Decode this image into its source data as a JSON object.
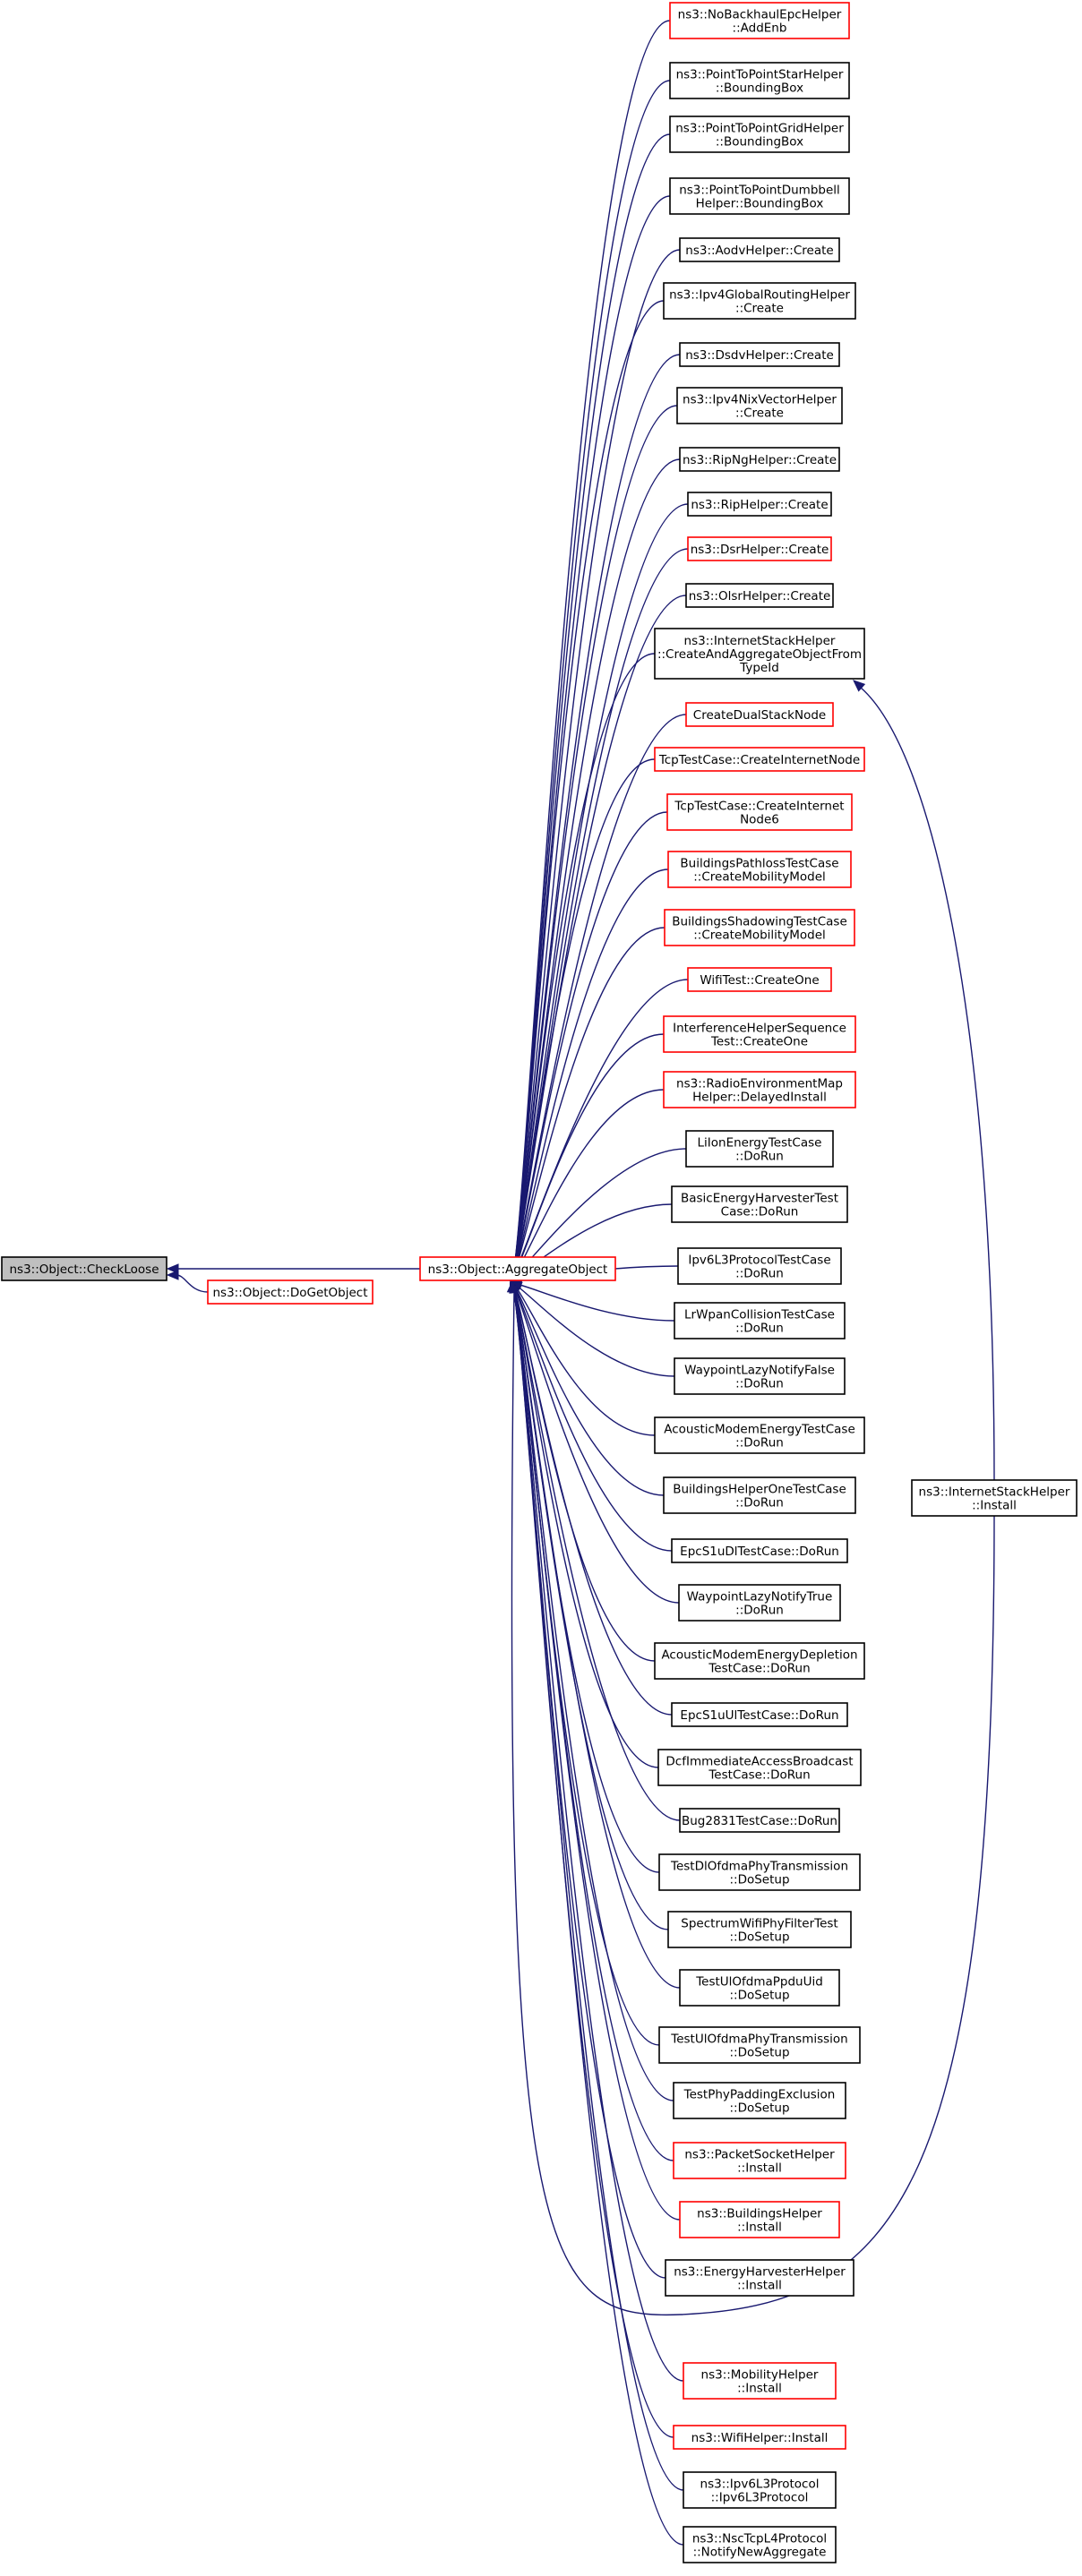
{
  "graph": {
    "colors": {
      "edge": "#191970",
      "border_default": "#000000",
      "border_truncated": "#ff0000",
      "current_fill": "#bfbfbf",
      "node_fill": "#ffffff"
    },
    "root": {
      "id": "checkloose",
      "lines": [
        "ns3::Object::CheckLoose"
      ],
      "style": "current"
    },
    "hub": {
      "id": "aggregate",
      "lines": [
        "ns3::Object::AggregateObject"
      ],
      "style": "truncated"
    },
    "second": {
      "id": "dogetobject",
      "lines": [
        "ns3::Object::DoGetObject"
      ],
      "style": "truncated"
    },
    "far": {
      "id": "ish-install",
      "lines": [
        "ns3::InternetStackHelper",
        "::Install"
      ],
      "style": "default"
    },
    "callers": [
      {
        "id": "nobackhaul-addenb",
        "lines": [
          "ns3::NoBackhaulEpcHelper",
          "::AddEnb"
        ],
        "style": "truncated"
      },
      {
        "id": "p2pstar-bbox",
        "lines": [
          "ns3::PointToPointStarHelper",
          "::BoundingBox"
        ],
        "style": "default"
      },
      {
        "id": "p2pgrid-bbox",
        "lines": [
          "ns3::PointToPointGridHelper",
          "::BoundingBox"
        ],
        "style": "default"
      },
      {
        "id": "p2pdumbbell-bbox",
        "lines": [
          "ns3::PointToPointDumbbell",
          "Helper::BoundingBox"
        ],
        "style": "default"
      },
      {
        "id": "aodv-create",
        "lines": [
          "ns3::AodvHelper::Create"
        ],
        "style": "default"
      },
      {
        "id": "ipv4global-create",
        "lines": [
          "ns3::Ipv4GlobalRoutingHelper",
          "::Create"
        ],
        "style": "default"
      },
      {
        "id": "dsdv-create",
        "lines": [
          "ns3::DsdvHelper::Create"
        ],
        "style": "default"
      },
      {
        "id": "ipv4nix-create",
        "lines": [
          "ns3::Ipv4NixVectorHelper",
          "::Create"
        ],
        "style": "default"
      },
      {
        "id": "ripng-create",
        "lines": [
          "ns3::RipNgHelper::Create"
        ],
        "style": "default"
      },
      {
        "id": "rip-create",
        "lines": [
          "ns3::RipHelper::Create"
        ],
        "style": "default"
      },
      {
        "id": "dsr-create",
        "lines": [
          "ns3::DsrHelper::Create"
        ],
        "style": "truncated"
      },
      {
        "id": "olsr-create",
        "lines": [
          "ns3::OlsrHelper::Create"
        ],
        "style": "default"
      },
      {
        "id": "ish-createaggregate",
        "lines": [
          "ns3::InternetStackHelper",
          "::CreateAndAggregateObjectFrom",
          "TypeId"
        ],
        "style": "default"
      },
      {
        "id": "createdualstacknode",
        "lines": [
          "CreateDualStackNode"
        ],
        "style": "truncated"
      },
      {
        "id": "tcp-createinternetnode",
        "lines": [
          "TcpTestCase::CreateInternetNode"
        ],
        "style": "truncated"
      },
      {
        "id": "tcp-createinternetnode6",
        "lines": [
          "TcpTestCase::CreateInternet",
          "Node6"
        ],
        "style": "truncated"
      },
      {
        "id": "bldg-pathloss-mobility",
        "lines": [
          "BuildingsPathlossTestCase",
          "::CreateMobilityModel"
        ],
        "style": "truncated"
      },
      {
        "id": "bldg-shadowing-mobility",
        "lines": [
          "BuildingsShadowingTestCase",
          "::CreateMobilityModel"
        ],
        "style": "truncated"
      },
      {
        "id": "wifitest-createone",
        "lines": [
          "WifiTest::CreateOne"
        ],
        "style": "truncated"
      },
      {
        "id": "interference-createone",
        "lines": [
          "InterferenceHelperSequence",
          "Test::CreateOne"
        ],
        "style": "truncated"
      },
      {
        "id": "rem-delayedinstall",
        "lines": [
          "ns3::RadioEnvironmentMap",
          "Helper::DelayedInstall"
        ],
        "style": "truncated"
      },
      {
        "id": "liion-dorun",
        "lines": [
          "LiIonEnergyTestCase",
          "::DoRun"
        ],
        "style": "default"
      },
      {
        "id": "basicharvester-dorun",
        "lines": [
          "BasicEnergyHarvesterTest",
          "Case::DoRun"
        ],
        "style": "default"
      },
      {
        "id": "ipv6l3-dorun",
        "lines": [
          "Ipv6L3ProtocolTestCase",
          "::DoRun"
        ],
        "style": "default"
      },
      {
        "id": "lrwpan-dorun",
        "lines": [
          "LrWpanCollisionTestCase",
          "::DoRun"
        ],
        "style": "default"
      },
      {
        "id": "waypointfalse-dorun",
        "lines": [
          "WaypointLazyNotifyFalse",
          "::DoRun"
        ],
        "style": "default"
      },
      {
        "id": "acoustic-dorun",
        "lines": [
          "AcousticModemEnergyTestCase",
          "::DoRun"
        ],
        "style": "default"
      },
      {
        "id": "bldghelper-dorun",
        "lines": [
          "BuildingsHelperOneTestCase",
          "::DoRun"
        ],
        "style": "default"
      },
      {
        "id": "epcs1udl-dorun",
        "lines": [
          "EpcS1uDlTestCase::DoRun"
        ],
        "style": "default"
      },
      {
        "id": "waypointtrue-dorun",
        "lines": [
          "WaypointLazyNotifyTrue",
          "::DoRun"
        ],
        "style": "default"
      },
      {
        "id": "acousticdepletion-dorun",
        "lines": [
          "AcousticModemEnergyDepletion",
          "TestCase::DoRun"
        ],
        "style": "default"
      },
      {
        "id": "epcs1uul-dorun",
        "lines": [
          "EpcS1uUlTestCase::DoRun"
        ],
        "style": "default"
      },
      {
        "id": "dcfimmediate-dorun",
        "lines": [
          "DcfImmediateAccessBroadcast",
          "TestCase::DoRun"
        ],
        "style": "default"
      },
      {
        "id": "bug2831-dorun",
        "lines": [
          "Bug2831TestCase::DoRun"
        ],
        "style": "default"
      },
      {
        "id": "dlofdma-dosetup",
        "lines": [
          "TestDlOfdmaPhyTransmission",
          "::DoSetup"
        ],
        "style": "default"
      },
      {
        "id": "spectrumfilter-dosetup",
        "lines": [
          "SpectrumWifiPhyFilterTest",
          "::DoSetup"
        ],
        "style": "default"
      },
      {
        "id": "ulofdmappdu-dosetup",
        "lines": [
          "TestUlOfdmaPpduUid",
          "::DoSetup"
        ],
        "style": "default"
      },
      {
        "id": "ulofdmaphy-dosetup",
        "lines": [
          "TestUlOfdmaPhyTransmission",
          "::DoSetup"
        ],
        "style": "default"
      },
      {
        "id": "phypadding-dosetup",
        "lines": [
          "TestPhyPaddingExclusion",
          "::DoSetup"
        ],
        "style": "default"
      },
      {
        "id": "packetsocket-install",
        "lines": [
          "ns3::PacketSocketHelper",
          "::Install"
        ],
        "style": "truncated"
      },
      {
        "id": "buildingshelper-install",
        "lines": [
          "ns3::BuildingsHelper",
          "::Install"
        ],
        "style": "truncated"
      },
      {
        "id": "energyharvester-install",
        "lines": [
          "ns3::EnergyHarvesterHelper",
          "::Install"
        ],
        "style": "default"
      },
      {
        "id": "mobilityhelper-install",
        "lines": [
          "ns3::MobilityHelper",
          "::Install"
        ],
        "style": "truncated"
      },
      {
        "id": "wifihelper-install",
        "lines": [
          "ns3::WifiHelper::Install"
        ],
        "style": "truncated"
      },
      {
        "id": "ipv6l3-ctor",
        "lines": [
          "ns3::Ipv6L3Protocol",
          "::Ipv6L3Protocol"
        ],
        "style": "default"
      },
      {
        "id": "nsctcp-notify",
        "lines": [
          "ns3::NscTcpL4Protocol",
          "::NotifyNewAggregate"
        ],
        "style": "default"
      }
    ]
  }
}
